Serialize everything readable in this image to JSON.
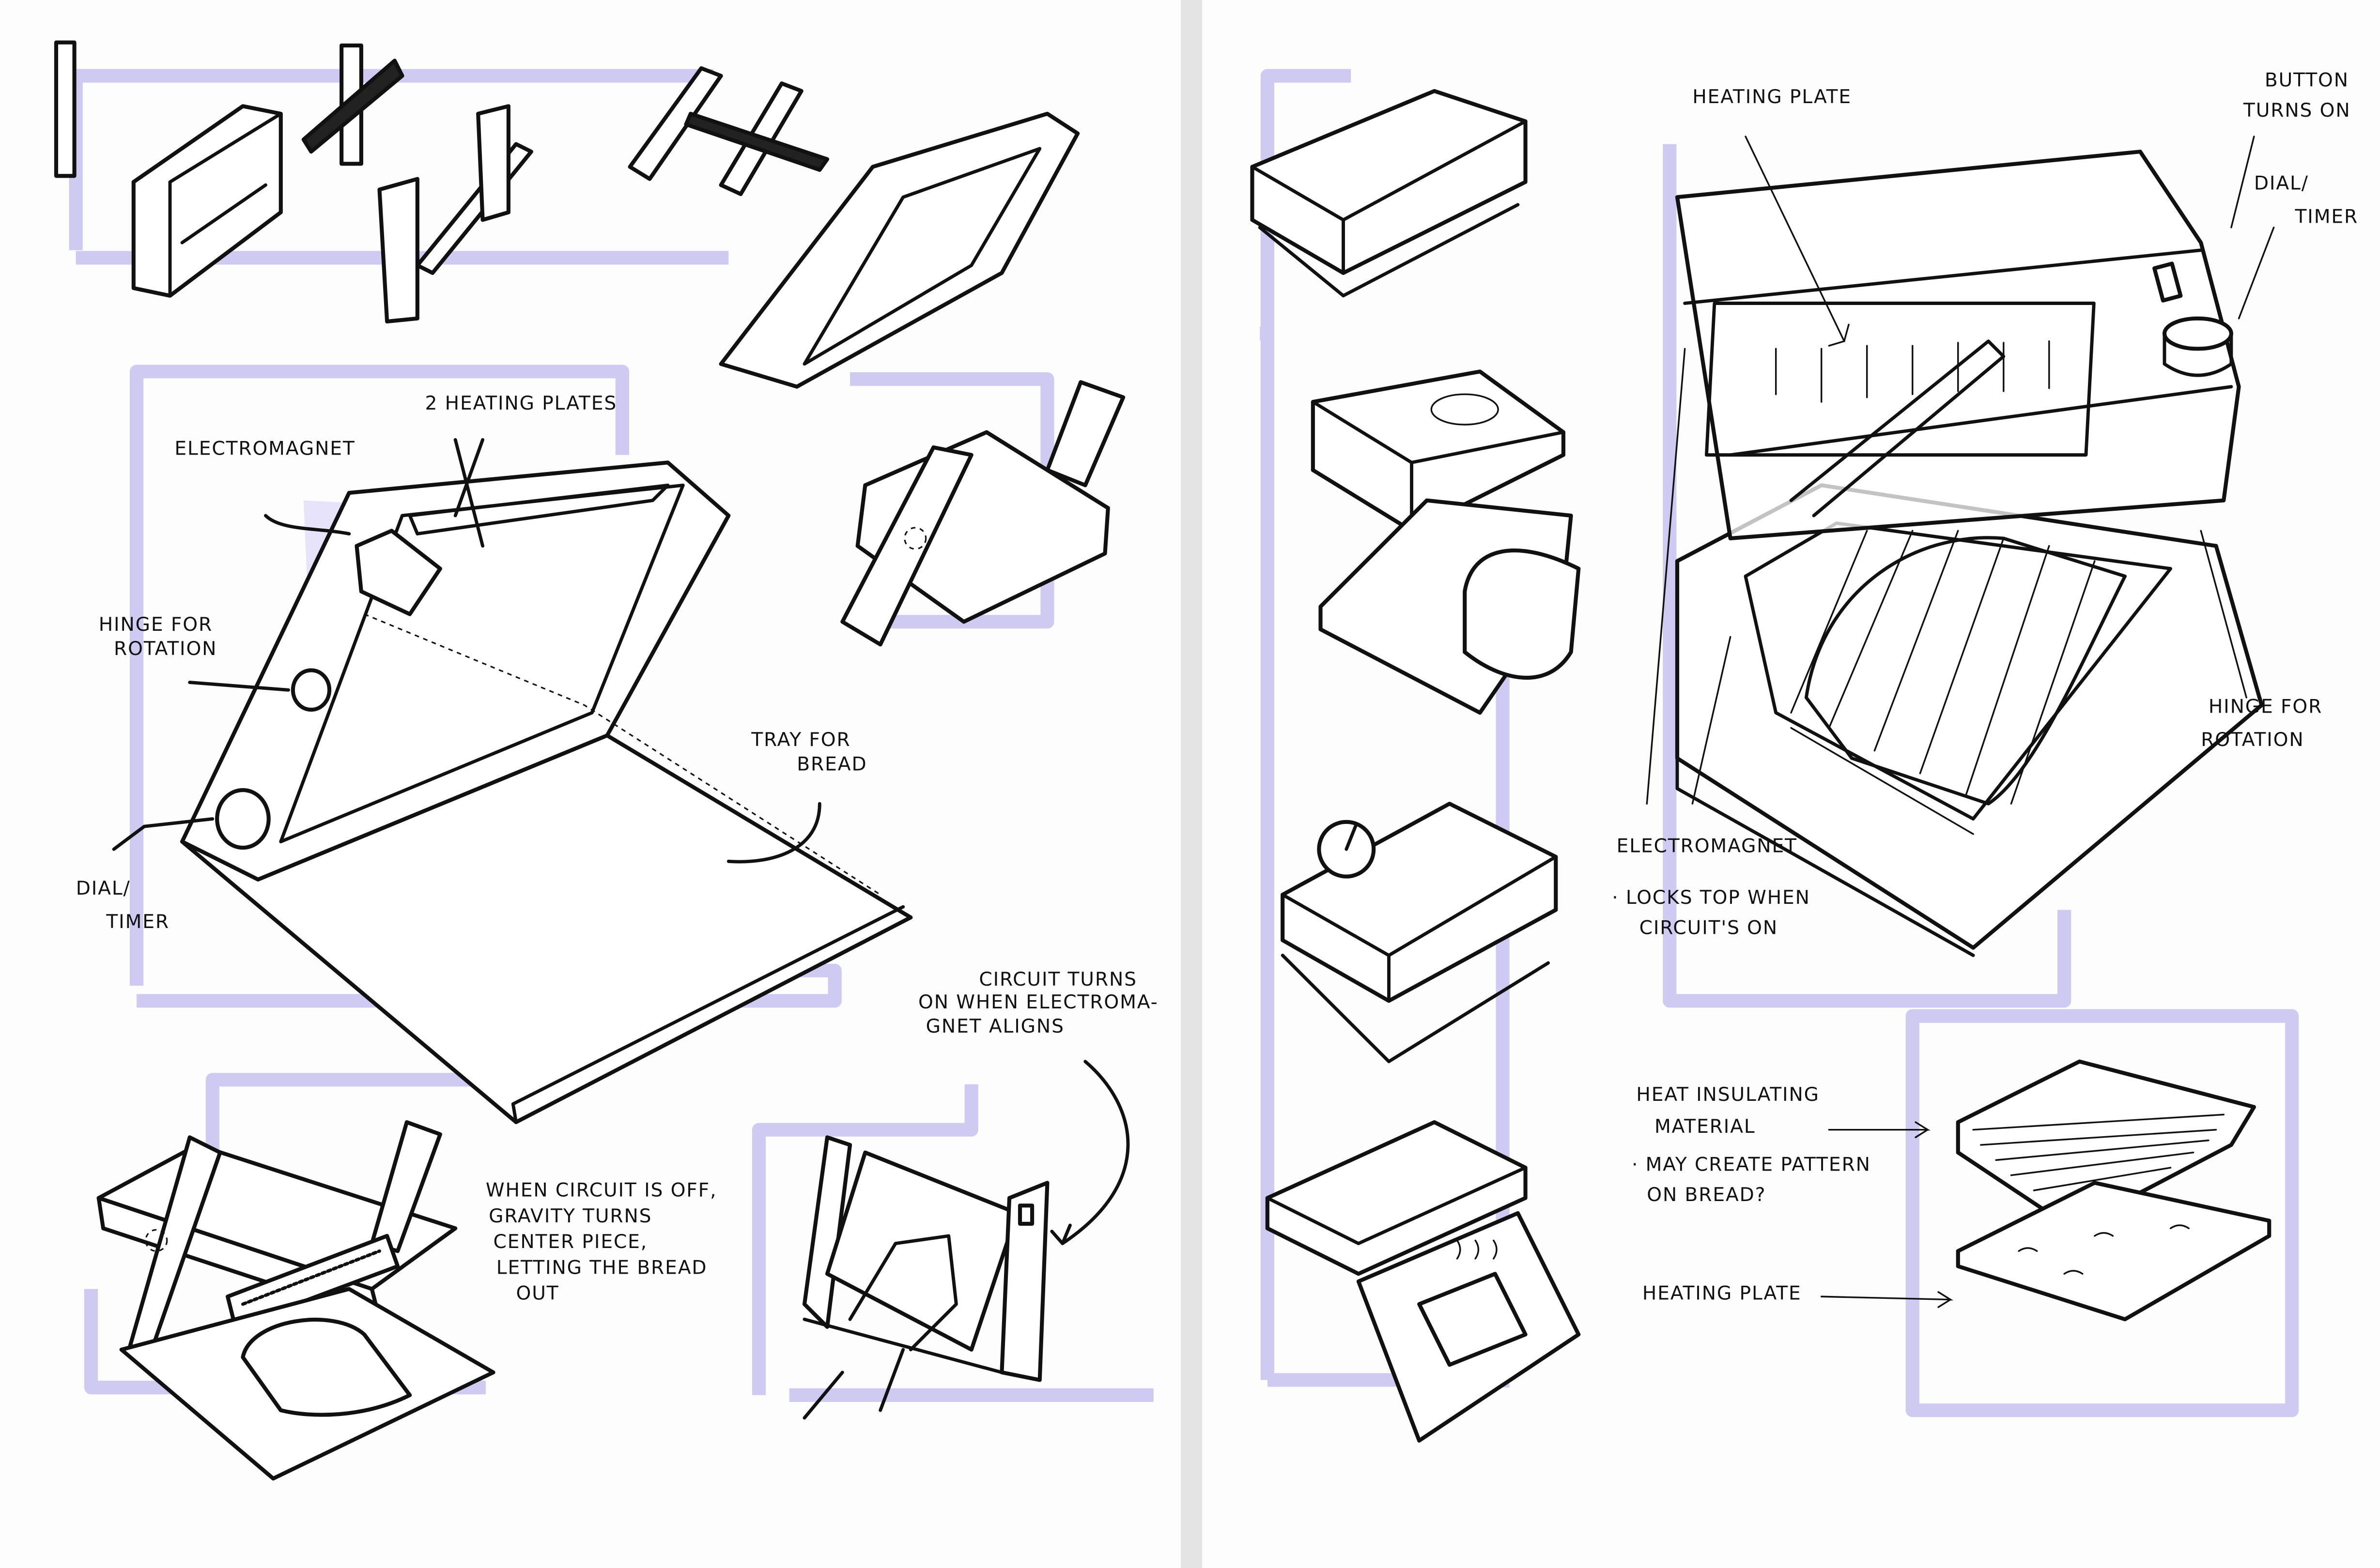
{
  "colors": {
    "ink": "#111111",
    "marker": "#cfcaf2",
    "paper": "#ffffff",
    "gutter": "#e4e4e4"
  },
  "left_page": {
    "main_sketch": {
      "heating_plates": "2 HEATING PLATES",
      "electromagnet": "ELECTROMAGNET",
      "hinge": [
        "HINGE FOR",
        "ROTATION"
      ],
      "tray": [
        "TRAY FOR",
        "BREAD"
      ],
      "dial": [
        "DIAL/",
        "TIMER"
      ]
    },
    "circuit_note": [
      "CIRCUIT TURNS",
      "ON WHEN ELECTROMA-",
      "GNET ALIGNS"
    ],
    "gravity_note": [
      "WHEN CIRCUIT IS OFF,",
      "GRAVITY TURNS",
      "CENTER PIECE,",
      "LETTING THE BREAD",
      "OUT"
    ]
  },
  "right_page": {
    "main_sketch": {
      "heating_plate": "HEATING PLATE",
      "button": [
        "BUTTON",
        "TURNS ON"
      ],
      "dial": [
        "DIAL/",
        "TIMER"
      ],
      "hinge": [
        "HINGE FOR",
        "ROTATION"
      ],
      "electromagnet": "ELECTROMAGNET",
      "electromagnet_note": [
        "· LOCKS TOP WHEN",
        "CIRCUIT'S ON"
      ]
    },
    "exploded": {
      "insulating": [
        "HEAT INSULATING",
        "MATERIAL"
      ],
      "pattern_note": [
        "· MAY CREATE PATTERN",
        "ON BREAD?"
      ],
      "heating_plate": "HEATING PLATE"
    }
  }
}
